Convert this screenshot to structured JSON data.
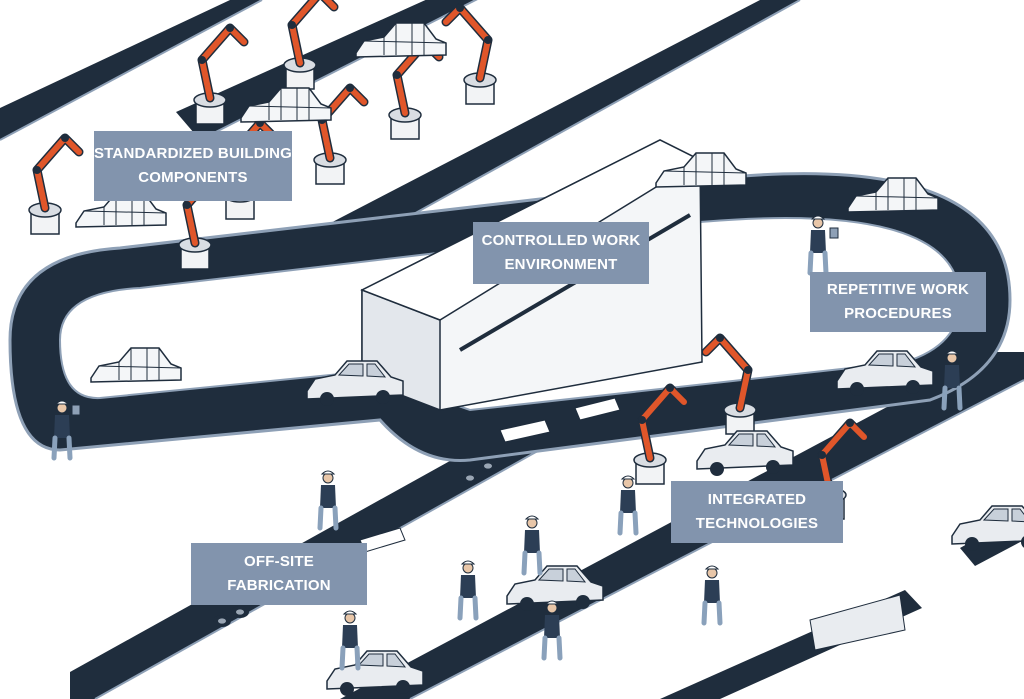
{
  "callouts": {
    "standardized": {
      "line1": "STANDARDIZED BUILDING",
      "line2": "COMPONENTS"
    },
    "controlled": {
      "line1": "CONTROLLED WORK",
      "line2": "ENVIRONMENT"
    },
    "repetitive": {
      "line1": "REPETITIVE WORK",
      "line2": "PROCEDURES"
    },
    "integrated": {
      "line1": "INTEGRATED",
      "line2": "TECHNOLOGIES"
    },
    "offsite": {
      "line1": "OFF-SITE",
      "line2": "FABRICATION"
    }
  },
  "colors": {
    "conveyor": "#1f2d3d",
    "robot": "#e0562a",
    "callout_bg": "#8294ad",
    "callout_text": "#ffffff",
    "worker": "#2c3e55",
    "car_body": "#e9ecf0"
  },
  "icons": [
    "robot-arm",
    "car-body",
    "car-frame",
    "worker",
    "control-terminal",
    "tunnel-enclosure",
    "wheel"
  ]
}
